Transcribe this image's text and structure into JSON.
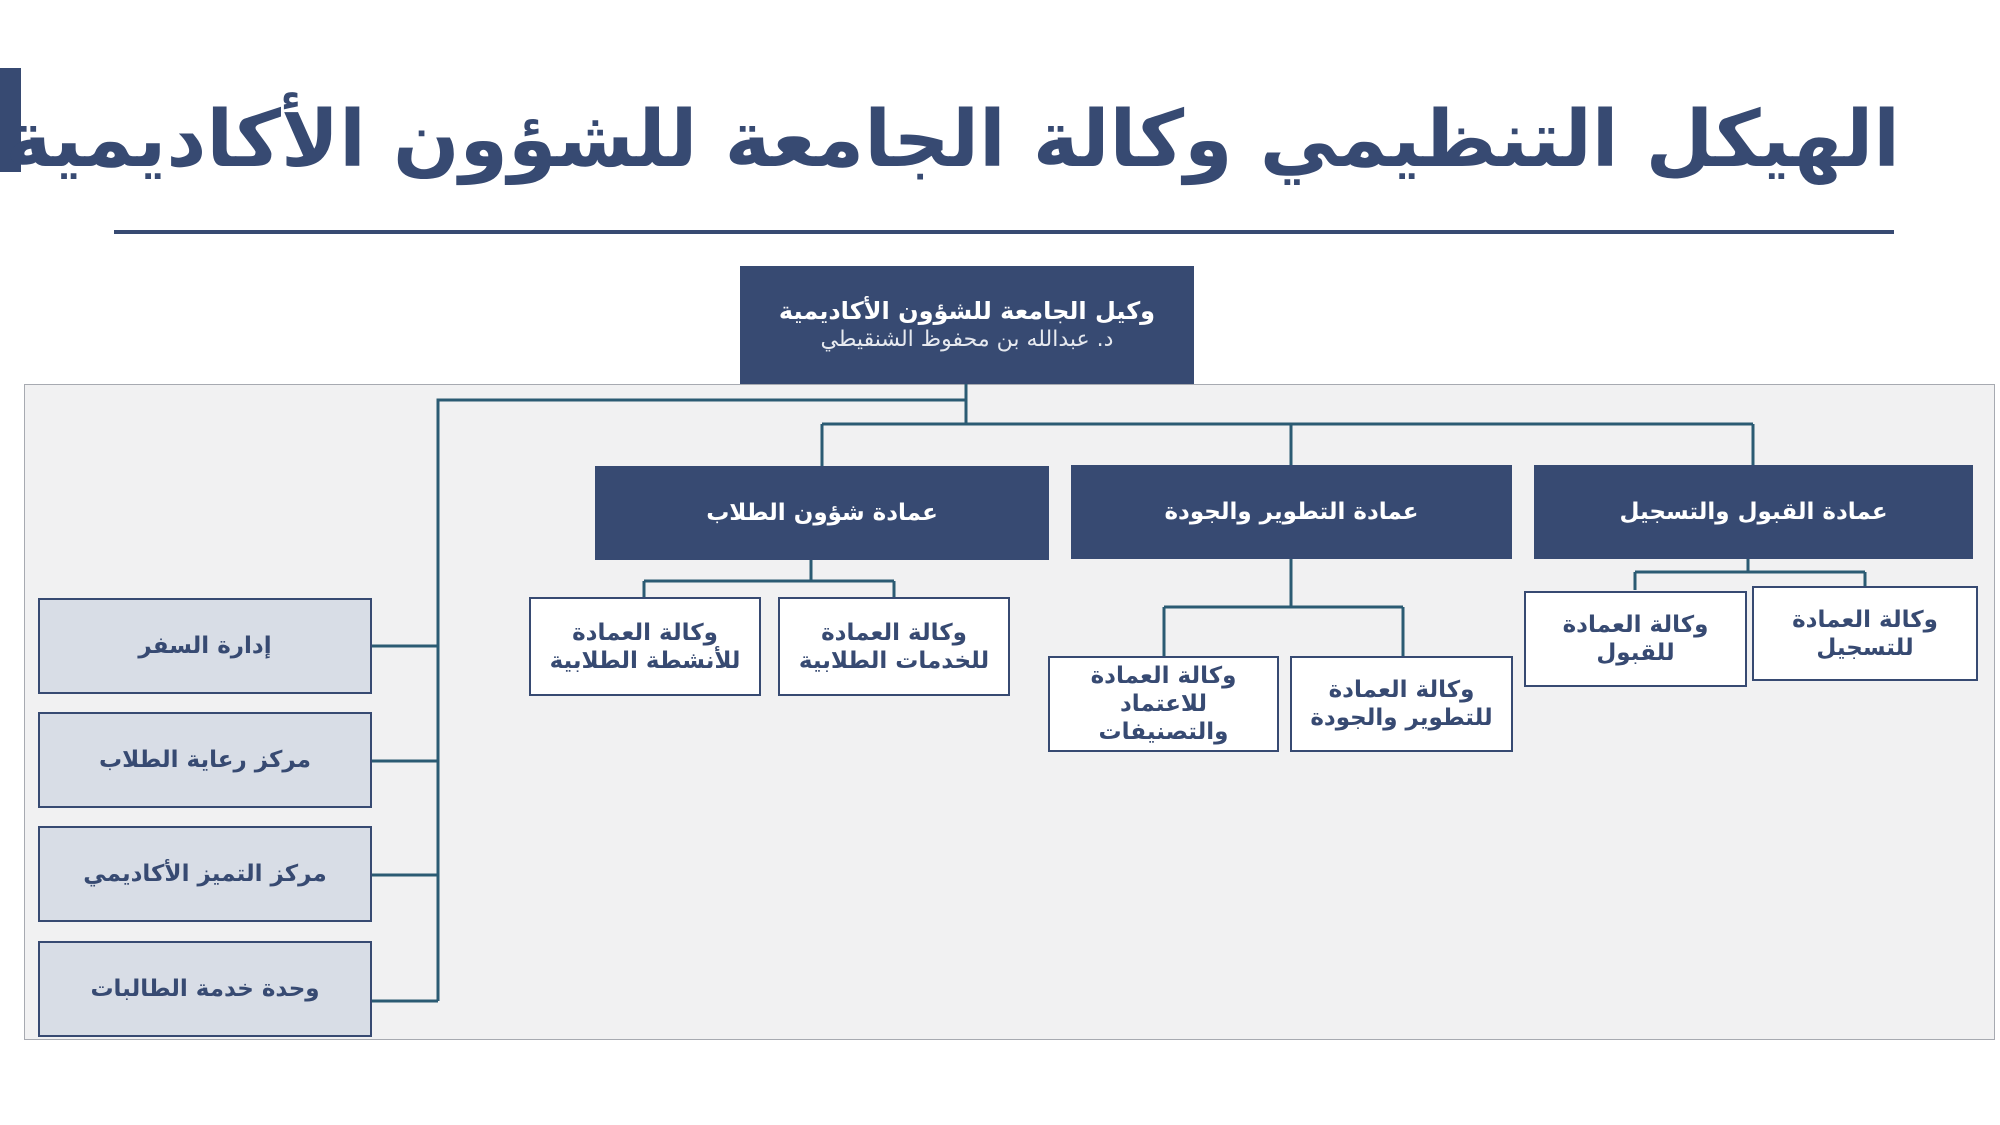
{
  "colors": {
    "primary": "#374a72",
    "connector": "#2b5b73",
    "panel_bg": "#f1f1f2",
    "side_box_bg": "#d8dde6"
  },
  "title": "الهيكل التنظيمي وكالة الجامعة للشؤون الأكاديمية",
  "root": {
    "title": "وكيل الجامعة للشؤون الأكاديمية",
    "name": "د. عبدالله بن محفوظ الشنقيطي"
  },
  "deanships": [
    {
      "label": "عمادة القبول والتسجيل",
      "units": [
        "وكالة العمادة\nللتسجيل",
        "وكالة العمادة\nللقبول"
      ]
    },
    {
      "label": "عمادة التطوير والجودة",
      "units": [
        "وكالة العمادة\nللتطوير والجودة",
        "وكالة العمادة\nللاعتماد\nوالتصنيفات"
      ]
    },
    {
      "label": "عمادة شؤون الطلاب",
      "units": [
        "وكالة العمادة\nللخدمات الطلابية",
        "وكالة العمادة\nللأنشطة الطلابية"
      ]
    }
  ],
  "side_units": [
    "إدارة السفر",
    "مركز رعاية الطلاب",
    "مركز التميز الأكاديمي",
    "وحدة خدمة الطالبات"
  ]
}
